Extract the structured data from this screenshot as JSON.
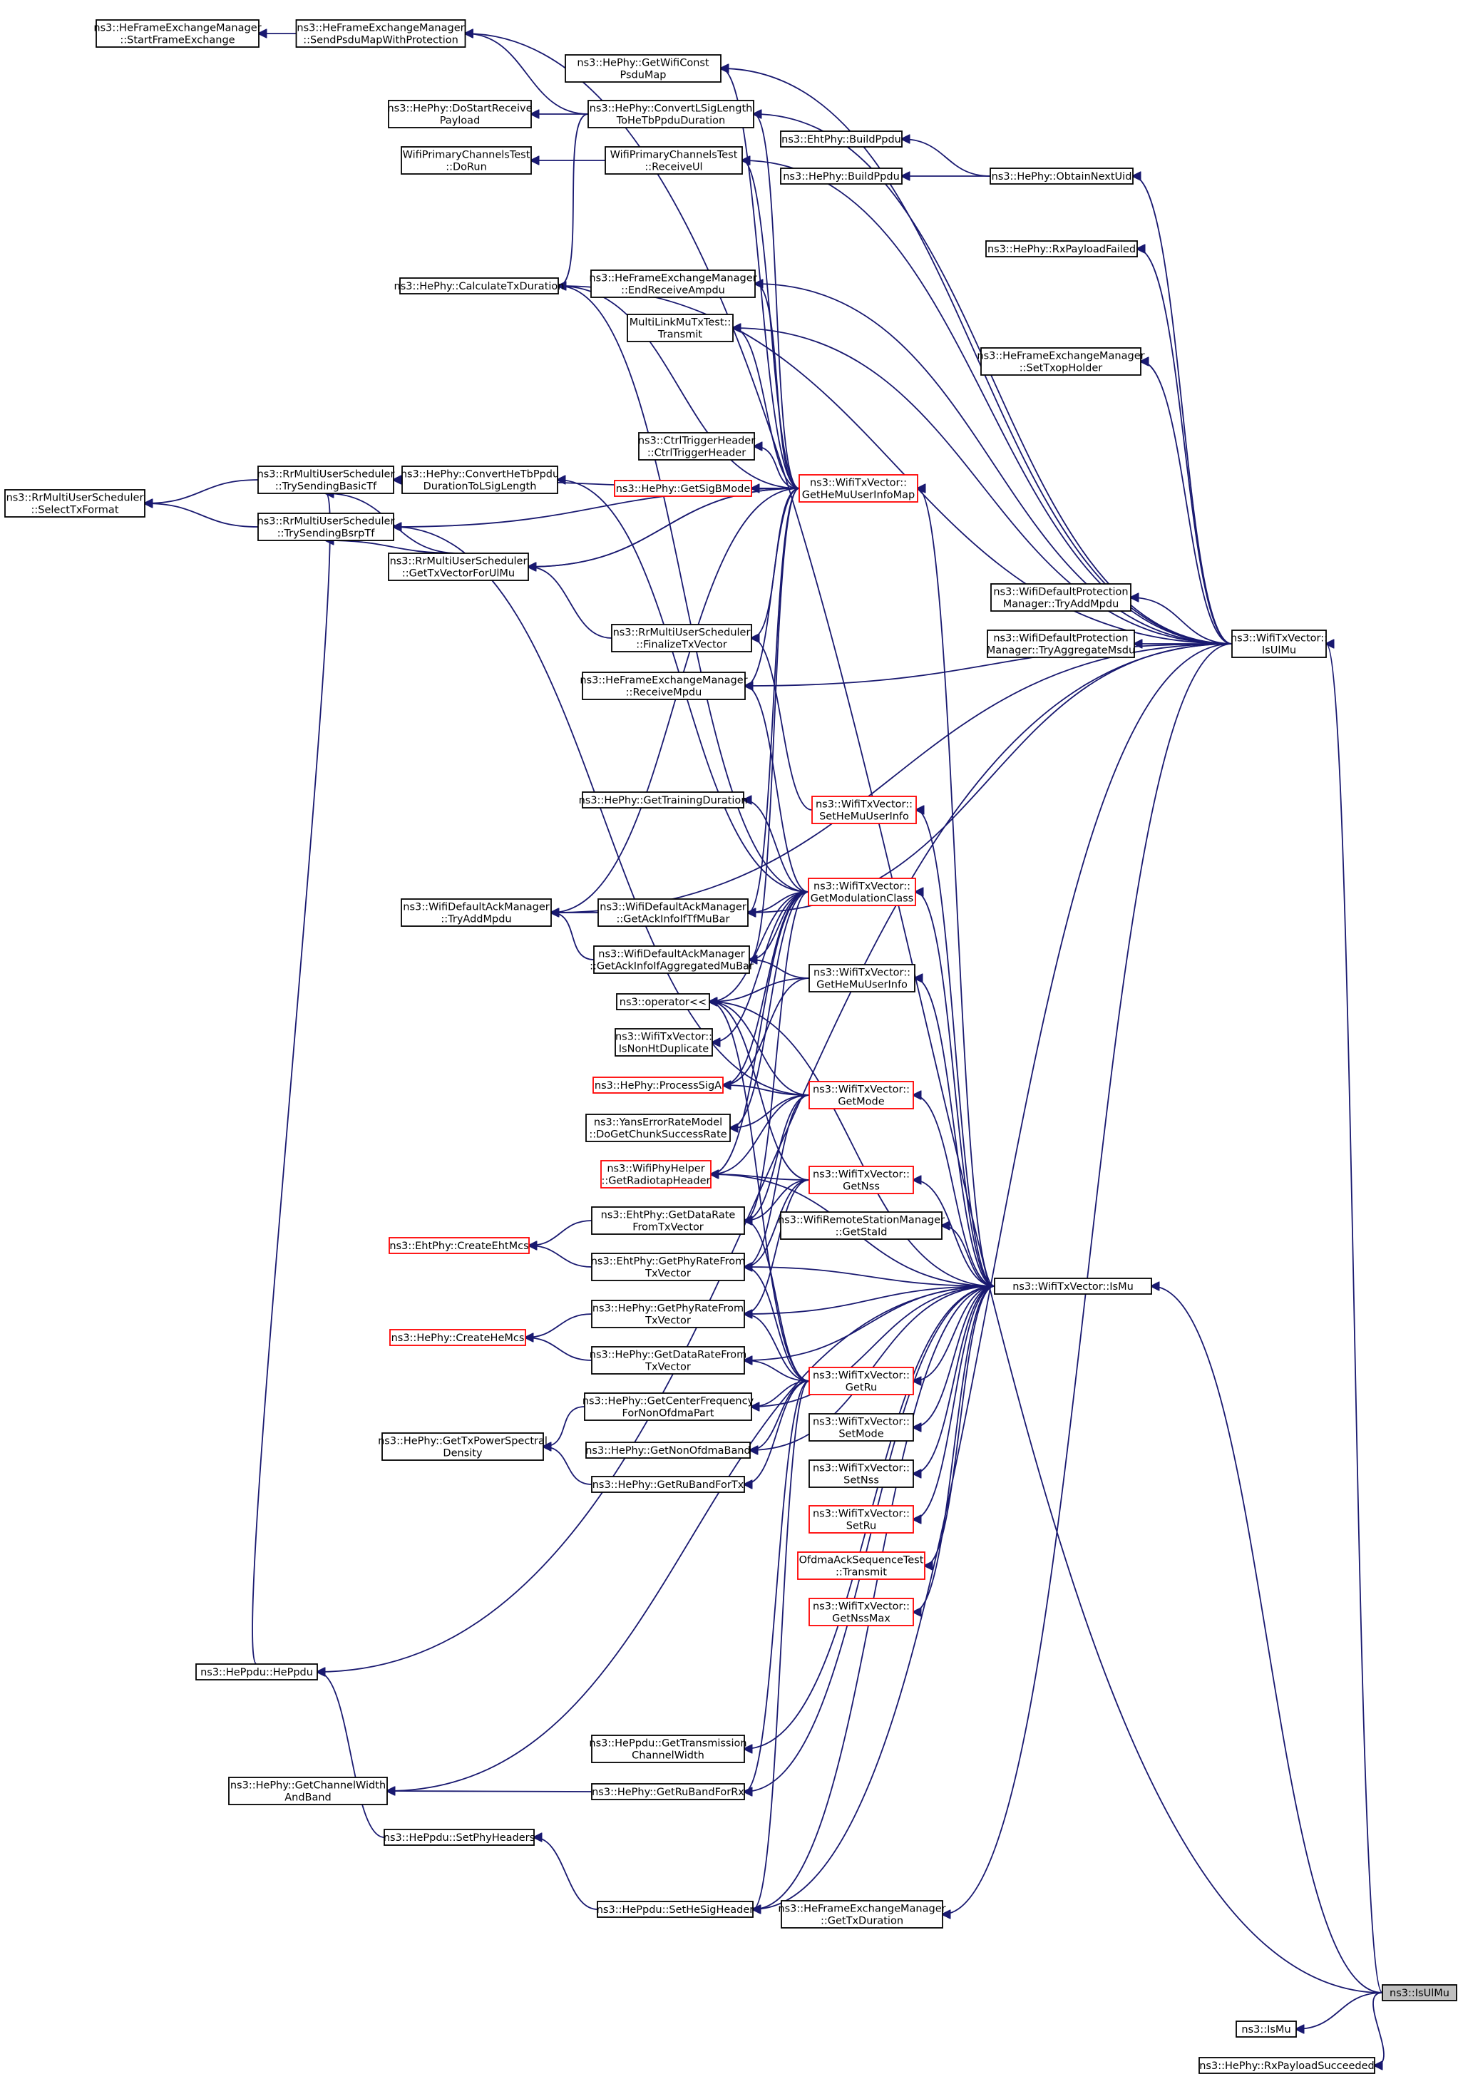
{
  "diagram": {
    "nodes": [
      {
        "id": "n_startframe",
        "lines": [
          "ns3::HeFrameExchangeManager",
          "::StartFrameExchange"
        ]
      },
      {
        "id": "n_sendpsdu",
        "lines": [
          "ns3::HeFrameExchangeManager",
          "::SendPsduMapWithProtection"
        ]
      },
      {
        "id": "n_getwificonst",
        "lines": [
          "ns3::HePhy::GetWifiConst",
          "PsduMap"
        ]
      },
      {
        "id": "n_dostartreceive",
        "lines": [
          "ns3::HePhy::DoStartReceive",
          "Payload"
        ]
      },
      {
        "id": "n_convertlsig",
        "lines": [
          "ns3::HePhy::ConvertLSigLength",
          "ToHeTbPpduDuration"
        ]
      },
      {
        "id": "n_ehtbuildppdu",
        "lines": [
          "ns3::EhtPhy::BuildPpdu"
        ]
      },
      {
        "id": "n_hebuildppdu",
        "lines": [
          "ns3::HePhy::BuildPpdu"
        ]
      },
      {
        "id": "n_obtainnextuid",
        "lines": [
          "ns3::HePhy::ObtainNextUid"
        ]
      },
      {
        "id": "n_wpcdorun",
        "lines": [
          "WifiPrimaryChannelsTest",
          "::DoRun"
        ]
      },
      {
        "id": "n_wpcreceiveul",
        "lines": [
          "WifiPrimaryChannelsTest",
          "::ReceiveUl"
        ]
      },
      {
        "id": "n_rxpayloadfailed",
        "lines": [
          "ns3::HePhy::RxPayloadFailed"
        ]
      },
      {
        "id": "n_calctxduration",
        "lines": [
          "ns3::HePhy::CalculateTxDuration"
        ]
      },
      {
        "id": "n_endreceiveampdu",
        "lines": [
          "ns3::HeFrameExchangeManager",
          "::EndReceiveAmpdu"
        ]
      },
      {
        "id": "n_multilinktransmit",
        "lines": [
          "MultiLinkMuTxTest::",
          "Transmit"
        ]
      },
      {
        "id": "n_settxopholder",
        "lines": [
          "ns3::HeFrameExchangeManager",
          "::SetTxopHolder"
        ]
      },
      {
        "id": "n_ctrltrigger",
        "lines": [
          "ns3::CtrlTriggerHeader",
          "::CtrlTriggerHeader"
        ]
      },
      {
        "id": "n_getsigbmode",
        "lines": [
          "ns3::HePhy::GetSigBMode"
        ],
        "red": true
      },
      {
        "id": "n_getheumuserinfomap",
        "lines": [
          "ns3::WifiTxVector::",
          "GetHeMuUserInfoMap"
        ],
        "red": true
      },
      {
        "id": "n_selecttxformat",
        "lines": [
          "ns3::RrMultiUserScheduler",
          "::SelectTxFormat"
        ]
      },
      {
        "id": "n_trysendingbasictf",
        "lines": [
          "ns3::RrMultiUserScheduler",
          "::TrySendingBasicTf"
        ]
      },
      {
        "id": "n_trysendingbsrptf",
        "lines": [
          "ns3::RrMultiUserScheduler",
          "::TrySendingBsrpTf"
        ]
      },
      {
        "id": "n_convertheppdu",
        "lines": [
          "ns3::HePhy::ConvertHeTbPpdu",
          "DurationToLSigLength"
        ]
      },
      {
        "id": "n_gettxvectorforulmu",
        "lines": [
          "ns3::RrMultiUserScheduler",
          "::GetTxVectorForUlMu"
        ]
      },
      {
        "id": "n_tryaddmpdu_prot",
        "lines": [
          "ns3::WifiDefaultProtection",
          "Manager::TryAddMpdu"
        ]
      },
      {
        "id": "n_tryaggregatemsdu",
        "lines": [
          "ns3::WifiDefaultProtection",
          "Manager::TryAggregateMsdu"
        ]
      },
      {
        "id": "n_isulmu",
        "lines": [
          "ns3::WifiTxVector::",
          "IsUlMu"
        ]
      },
      {
        "id": "n_finalizetxvector",
        "lines": [
          "ns3::RrMultiUserScheduler",
          "::FinalizeTxVector"
        ]
      },
      {
        "id": "n_receivempdu",
        "lines": [
          "ns3::HeFrameExchangeManager",
          "::ReceiveMpdu"
        ]
      },
      {
        "id": "n_gettrainingduration",
        "lines": [
          "ns3::HePhy::GetTrainingDuration"
        ]
      },
      {
        "id": "n_setheuserinfo",
        "lines": [
          "ns3::WifiTxVector::",
          "SetHeMuUserInfo"
        ],
        "red": true
      },
      {
        "id": "n_tryaddmpdu_ack",
        "lines": [
          "ns3::WifiDefaultAckManager",
          "::TryAddMpdu"
        ]
      },
      {
        "id": "n_getackinfotf",
        "lines": [
          "ns3::WifiDefaultAckManager",
          "::GetAckInfoIfTfMuBar"
        ]
      },
      {
        "id": "n_getmodulationclass",
        "lines": [
          "ns3::WifiTxVector::",
          "GetModulationClass"
        ],
        "red": true
      },
      {
        "id": "n_getackinfoagg",
        "lines": [
          "ns3::WifiDefaultAckManager",
          "::GetAckInfoIfAggregatedMuBar"
        ]
      },
      {
        "id": "n_getheuserinfo",
        "lines": [
          "ns3::WifiTxVector::",
          "GetHeMuUserInfo"
        ]
      },
      {
        "id": "n_operator",
        "lines": [
          "ns3::operator<<"
        ]
      },
      {
        "id": "n_isnonhtduplicate",
        "lines": [
          "ns3::WifiTxVector::",
          "IsNonHtDuplicate"
        ]
      },
      {
        "id": "n_processsiga",
        "lines": [
          "ns3::HePhy::ProcessSigA"
        ],
        "red": true
      },
      {
        "id": "n_getmode",
        "lines": [
          "ns3::WifiTxVector::",
          "GetMode"
        ],
        "red": true
      },
      {
        "id": "n_yanserror",
        "lines": [
          "ns3::YansErrorRateModel",
          "::DoGetChunkSuccessRate"
        ]
      },
      {
        "id": "n_radiotap",
        "lines": [
          "ns3::WifiPhyHelper",
          "::GetRadiotapHeader"
        ],
        "red": true
      },
      {
        "id": "n_getnss",
        "lines": [
          "ns3::WifiTxVector::",
          "GetNss"
        ],
        "red": true
      },
      {
        "id": "n_ehtgetdatarate",
        "lines": [
          "ns3::EhtPhy::GetDataRate",
          "FromTxVector"
        ]
      },
      {
        "id": "n_getstaid",
        "lines": [
          "ns3::WifiRemoteStationManager",
          "::GetStaId"
        ]
      },
      {
        "id": "n_createehtmcs",
        "lines": [
          "ns3::EhtPhy::CreateEhtMcs"
        ],
        "red": true
      },
      {
        "id": "n_ehtgetphyrate",
        "lines": [
          "ns3::EhtPhy::GetPhyRateFrom",
          "TxVector"
        ]
      },
      {
        "id": "n_ismu",
        "lines": [
          "ns3::WifiTxVector::IsMu"
        ]
      },
      {
        "id": "n_hegetphyrate",
        "lines": [
          "ns3::HePhy::GetPhyRateFrom",
          "TxVector"
        ]
      },
      {
        "id": "n_createhemcs",
        "lines": [
          "ns3::HePhy::CreateHeMcs"
        ],
        "red": true
      },
      {
        "id": "n_hegetdatarate",
        "lines": [
          "ns3::HePhy::GetDataRateFrom",
          "TxVector"
        ]
      },
      {
        "id": "n_getru",
        "lines": [
          "ns3::WifiTxVector::",
          "GetRu"
        ],
        "red": true
      },
      {
        "id": "n_getcenterfreq",
        "lines": [
          "ns3::HePhy::GetCenterFrequency",
          "ForNonOfdmaPart"
        ]
      },
      {
        "id": "n_setmode",
        "lines": [
          "ns3::WifiTxVector::",
          "SetMode"
        ]
      },
      {
        "id": "n_gettxpsd",
        "lines": [
          "ns3::HePhy::GetTxPowerSpectral",
          "Density"
        ]
      },
      {
        "id": "n_getnonofdmaband",
        "lines": [
          "ns3::HePhy::GetNonOfdmaBand"
        ]
      },
      {
        "id": "n_setnss",
        "lines": [
          "ns3::WifiTxVector::",
          "SetNss"
        ]
      },
      {
        "id": "n_getrubandfortx",
        "lines": [
          "ns3::HePhy::GetRuBandForTx"
        ]
      },
      {
        "id": "n_setru",
        "lines": [
          "ns3::WifiTxVector::",
          "SetRu"
        ],
        "red": true
      },
      {
        "id": "n_ofdmaack",
        "lines": [
          "OfdmaAckSequenceTest",
          "::Transmit"
        ],
        "red": true
      },
      {
        "id": "n_getnssmax",
        "lines": [
          "ns3::WifiTxVector::",
          "GetNssMax"
        ],
        "red": true
      },
      {
        "id": "n_heppdu",
        "lines": [
          "ns3::HePpdu::HePpdu"
        ]
      },
      {
        "id": "n_gettransmissioncw",
        "lines": [
          "ns3::HePpdu::GetTransmission",
          "ChannelWidth"
        ]
      },
      {
        "id": "n_getchannelwidthband",
        "lines": [
          "ns3::HePhy::GetChannelWidth",
          "AndBand"
        ]
      },
      {
        "id": "n_getrubandforrx",
        "lines": [
          "ns3::HePhy::GetRuBandForRx"
        ]
      },
      {
        "id": "n_setphyheaders",
        "lines": [
          "ns3::HePpdu::SetPhyHeaders"
        ]
      },
      {
        "id": "n_sethesigheader",
        "lines": [
          "ns3::HePpdu::SetHeSigHeader"
        ]
      },
      {
        "id": "n_gettxduration",
        "lines": [
          "ns3::HeFrameExchangeManager",
          "::GetTxDuration"
        ]
      },
      {
        "id": "n_ns3isulmu",
        "lines": [
          "ns3::IsUlMu"
        ],
        "target": true
      },
      {
        "id": "n_ns3ismu",
        "lines": [
          "ns3::IsMu"
        ]
      },
      {
        "id": "n_rxpayloadsucceeded",
        "lines": [
          "ns3::HePhy::RxPayloadSucceeded"
        ]
      }
    ],
    "edges": [
      [
        "n_sendpsdu",
        "n_startframe"
      ],
      [
        "n_ns3isulmu",
        "n_sendpsdu"
      ],
      [
        "n_convertlsig",
        "n_sendpsdu"
      ],
      [
        "n_convertlsig",
        "n_dostartreceive"
      ],
      [
        "n_convertlsig",
        "n_calctxduration"
      ],
      [
        "n_wpcreceiveul",
        "n_wpcdorun"
      ],
      [
        "n_obtainnextuid",
        "n_ehtbuildppdu"
      ],
      [
        "n_obtainnextuid",
        "n_hebuildppdu"
      ],
      [
        "n_isulmu",
        "n_getwificonst"
      ],
      [
        "n_isulmu",
        "n_convertlsig"
      ],
      [
        "n_isulmu",
        "n_obtainnextuid"
      ],
      [
        "n_isulmu",
        "n_wpcreceiveul"
      ],
      [
        "n_isulmu",
        "n_rxpayloadfailed"
      ],
      [
        "n_isulmu",
        "n_calctxduration"
      ],
      [
        "n_isulmu",
        "n_endreceiveampdu"
      ],
      [
        "n_isulmu",
        "n_multilinktransmit"
      ],
      [
        "n_isulmu",
        "n_settxopholder"
      ],
      [
        "n_isulmu",
        "n_tryaddmpdu_prot"
      ],
      [
        "n_isulmu",
        "n_tryaggregatemsdu"
      ],
      [
        "n_isulmu",
        "n_receivempdu"
      ],
      [
        "n_isulmu",
        "n_tryaddmpdu_ack"
      ],
      [
        "n_isulmu",
        "n_getackinfotf"
      ],
      [
        "n_isulmu",
        "n_gettxduration"
      ],
      [
        "n_isulmu",
        "n_sethesigheader"
      ],
      [
        "n_isulmu",
        "n_heppdu"
      ],
      [
        "n_ns3isulmu",
        "n_isulmu"
      ],
      [
        "n_getheumuserinfomap",
        "n_getwificonst"
      ],
      [
        "n_getheumuserinfomap",
        "n_convertlsig"
      ],
      [
        "n_getheumuserinfomap",
        "n_wpcreceiveul"
      ],
      [
        "n_getheumuserinfomap",
        "n_calctxduration"
      ],
      [
        "n_getheumuserinfomap",
        "n_endreceiveampdu"
      ],
      [
        "n_getheumuserinfomap",
        "n_multilinktransmit"
      ],
      [
        "n_getheumuserinfomap",
        "n_ctrltrigger"
      ],
      [
        "n_getheumuserinfomap",
        "n_getsigbmode"
      ],
      [
        "n_getheumuserinfomap",
        "n_trysendingbasictf"
      ],
      [
        "n_getheumuserinfomap",
        "n_trysendingbsrptf"
      ],
      [
        "n_getheumuserinfomap",
        "n_gettxvectorforulmu"
      ],
      [
        "n_getheumuserinfomap",
        "n_finalizetxvector"
      ],
      [
        "n_getheumuserinfomap",
        "n_receivempdu"
      ],
      [
        "n_getheumuserinfomap",
        "n_gettxvectorforulmu"
      ],
      [
        "n_getheumuserinfomap",
        "n_tryaddmpdu_ack"
      ],
      [
        "n_getheumuserinfomap",
        "n_getackinfotf"
      ],
      [
        "n_getheumuserinfomap",
        "n_getackinfoagg"
      ],
      [
        "n_trysendingbasictf",
        "n_selecttxformat"
      ],
      [
        "n_trysendingbsrptf",
        "n_selecttxformat"
      ],
      [
        "n_convertheppdu",
        "n_trysendingbasictf"
      ],
      [
        "n_gettxvectorforulmu",
        "n_trysendingbasictf"
      ],
      [
        "n_gettxvectorforulmu",
        "n_trysendingbsrptf"
      ],
      [
        "n_finalizetxvector",
        "n_gettxvectorforulmu"
      ],
      [
        "n_getackinfotf",
        "n_tryaddmpdu_ack"
      ],
      [
        "n_getackinfoagg",
        "n_tryaddmpdu_ack"
      ],
      [
        "n_setheuserinfo",
        "n_finalizetxvector"
      ],
      [
        "n_getmodulationclass",
        "n_convertheppdu"
      ],
      [
        "n_getmodulationclass",
        "n_receivempdu"
      ],
      [
        "n_getmodulationclass",
        "n_gettrainingduration"
      ],
      [
        "n_getmodulationclass",
        "n_calctxduration"
      ],
      [
        "n_getmodulationclass",
        "n_getackinfotf"
      ],
      [
        "n_getmodulationclass",
        "n_getackinfoagg"
      ],
      [
        "n_getmodulationclass",
        "n_operator"
      ],
      [
        "n_getmodulationclass",
        "n_isnonhtduplicate"
      ],
      [
        "n_getmodulationclass",
        "n_processsiga"
      ],
      [
        "n_getmodulationclass",
        "n_yanserror"
      ],
      [
        "n_getmodulationclass",
        "n_radiotap"
      ],
      [
        "n_getmodulationclass",
        "n_ehtgetdatarate"
      ],
      [
        "n_getheuserinfo",
        "n_getackinfoagg"
      ],
      [
        "n_getheuserinfo",
        "n_operator"
      ],
      [
        "n_getheuserinfo",
        "n_processsiga"
      ],
      [
        "n_getmode",
        "n_operator"
      ],
      [
        "n_getmode",
        "n_processsiga"
      ],
      [
        "n_getmode",
        "n_yanserror"
      ],
      [
        "n_getmode",
        "n_radiotap"
      ],
      [
        "n_getmode",
        "n_ehtgetdatarate"
      ],
      [
        "n_getmode",
        "n_ehtgetphyrate"
      ],
      [
        "n_getmode",
        "n_trysendingbsrptf"
      ],
      [
        "n_getnss",
        "n_operator"
      ],
      [
        "n_getnss",
        "n_radiotap"
      ],
      [
        "n_getnss",
        "n_ehtgetdatarate"
      ],
      [
        "n_getnss",
        "n_ehtgetphyrate"
      ],
      [
        "n_getnss",
        "n_hegetphyrate"
      ],
      [
        "n_ehtgetdatarate",
        "n_createehtmcs"
      ],
      [
        "n_ehtgetphyrate",
        "n_createehtmcs"
      ],
      [
        "n_hegetphyrate",
        "n_createhemcs"
      ],
      [
        "n_hegetdatarate",
        "n_createhemcs"
      ],
      [
        "n_getcenterfreq",
        "n_gettxpsd"
      ],
      [
        "n_getrubandfortx",
        "n_gettxpsd"
      ],
      [
        "n_getru",
        "n_operator"
      ],
      [
        "n_getru",
        "n_ehtgetdatarate"
      ],
      [
        "n_getru",
        "n_ehtgetphyrate"
      ],
      [
        "n_getru",
        "n_hegetphyrate"
      ],
      [
        "n_getru",
        "n_hegetdatarate"
      ],
      [
        "n_getru",
        "n_getcenterfreq"
      ],
      [
        "n_getru",
        "n_getnonofdmaband"
      ],
      [
        "n_getru",
        "n_getrubandfortx"
      ],
      [
        "n_getru",
        "n_getrubandforrx"
      ],
      [
        "n_getru",
        "n_sethesigheader"
      ],
      [
        "n_ismu",
        "n_getheumuserinfomap"
      ],
      [
        "n_ismu",
        "n_setheuserinfo"
      ],
      [
        "n_ismu",
        "n_getmodulationclass"
      ],
      [
        "n_ismu",
        "n_getheuserinfo"
      ],
      [
        "n_ismu",
        "n_getmode"
      ],
      [
        "n_ismu",
        "n_getnss"
      ],
      [
        "n_ismu",
        "n_getstaid"
      ],
      [
        "n_ismu",
        "n_ehtgetphyrate"
      ],
      [
        "n_ismu",
        "n_hegetphyrate"
      ],
      [
        "n_ismu",
        "n_hegetdatarate"
      ],
      [
        "n_ismu",
        "n_getru"
      ],
      [
        "n_ismu",
        "n_setmode"
      ],
      [
        "n_ismu",
        "n_setnss"
      ],
      [
        "n_ismu",
        "n_setru"
      ],
      [
        "n_ismu",
        "n_ofdmaack"
      ],
      [
        "n_ismu",
        "n_getnssmax"
      ],
      [
        "n_ismu",
        "n_getcenterfreq"
      ],
      [
        "n_ismu",
        "n_getnonofdmaband"
      ],
      [
        "n_ismu",
        "n_gettransmissioncw"
      ],
      [
        "n_ismu",
        "n_getchannelwidthband"
      ],
      [
        "n_ismu",
        "n_getrubandforrx"
      ],
      [
        "n_ismu",
        "n_sethesigheader"
      ],
      [
        "n_ismu",
        "n_operator"
      ],
      [
        "n_ismu",
        "n_radiotap"
      ],
      [
        "n_ns3isulmu",
        "n_ismu"
      ],
      [
        "n_getrubandforrx",
        "n_getchannelwidthband"
      ],
      [
        "n_heppdu",
        "n_trysendingbasictf"
      ],
      [
        "n_setphyheaders",
        "n_heppdu"
      ],
      [
        "n_sethesigheader",
        "n_setphyheaders"
      ],
      [
        "n_ns3isulmu",
        "n_ns3ismu"
      ],
      [
        "n_ns3isulmu",
        "n_rxpayloadsucceeded"
      ]
    ]
  }
}
